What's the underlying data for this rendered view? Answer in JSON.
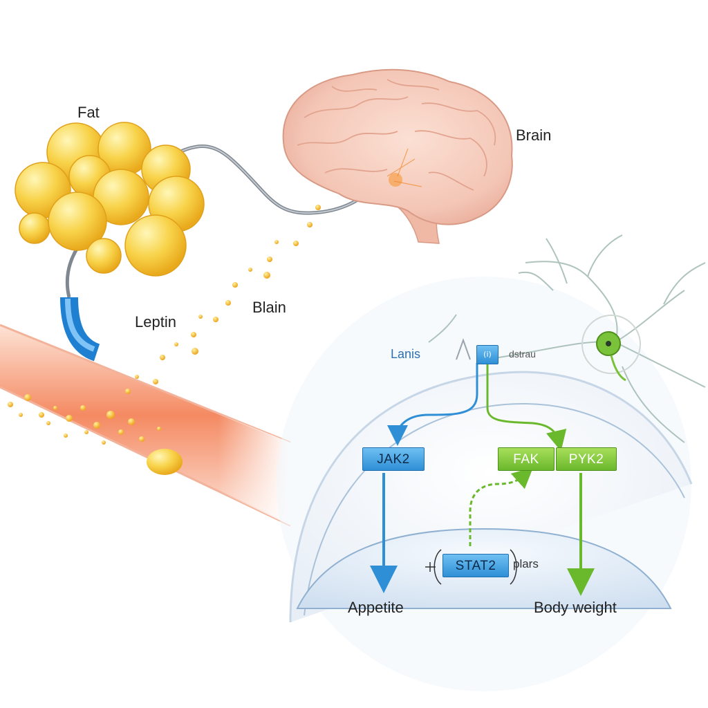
{
  "labels": {
    "fat": "Fat",
    "brain": "Brain",
    "leptin": "Leptin",
    "blain": "Blain",
    "lanis": "Lanis",
    "receptor_mark": "(i)",
    "receptor_side": "dstrau",
    "stat_side": "plars"
  },
  "pathway": {
    "jak2": "JAK2",
    "fak": "FAK",
    "pyk2": "PYK2",
    "stat2": "STAT2",
    "appetite": "Appetite",
    "body_weight": "Body weight"
  },
  "colors": {
    "blue_path": "#2f8fd6",
    "green_path": "#6ab82c",
    "fat_cell": "#f6c431",
    "vessel": "#f2876a",
    "brain": "#f3c5b8"
  }
}
